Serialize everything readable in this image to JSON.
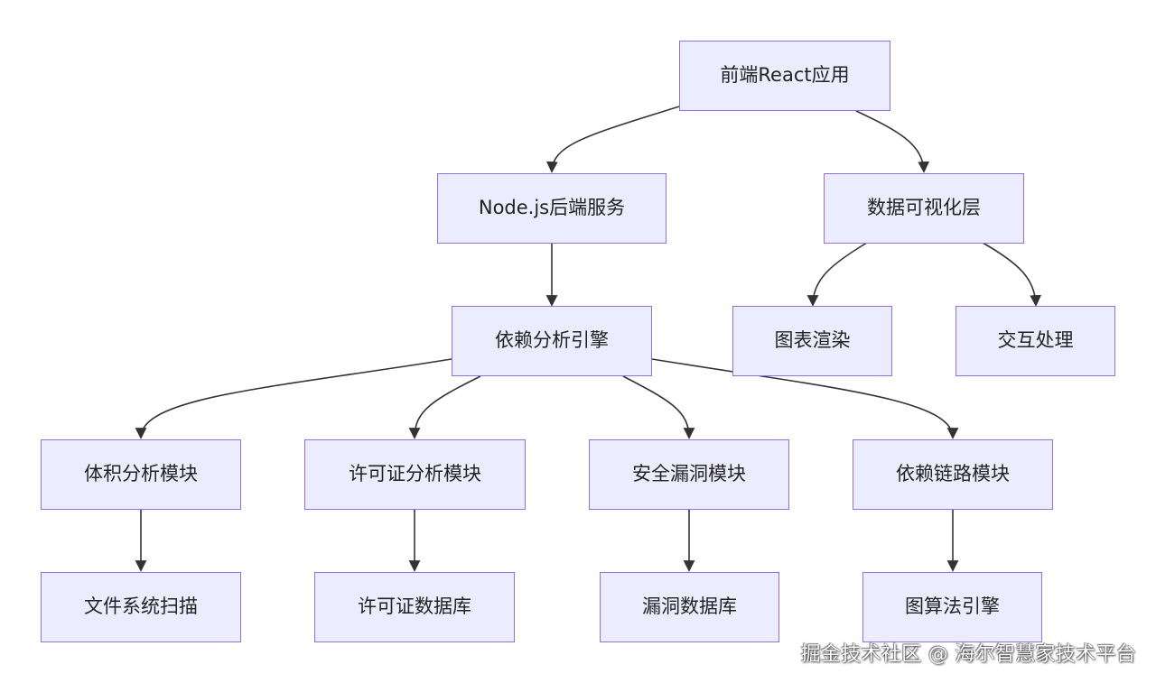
{
  "diagram": {
    "nodes": {
      "frontend": "前端React应用",
      "backend": "Node.js后端服务",
      "viz": "数据可视化层",
      "engine": "依赖分析引擎",
      "chart": "图表渲染",
      "interact": "交互处理",
      "volume": "体积分析模块",
      "license": "许可证分析模块",
      "security": "安全漏洞模块",
      "chain": "依赖链路模块",
      "scan": "文件系统扫描",
      "license_db": "许可证数据库",
      "vuln_db": "漏洞数据库",
      "graph_algo": "图算法引擎"
    },
    "edges": [
      {
        "from": "frontend",
        "to": "backend"
      },
      {
        "from": "frontend",
        "to": "viz"
      },
      {
        "from": "backend",
        "to": "engine"
      },
      {
        "from": "viz",
        "to": "chart"
      },
      {
        "from": "viz",
        "to": "interact"
      },
      {
        "from": "engine",
        "to": "volume"
      },
      {
        "from": "engine",
        "to": "license"
      },
      {
        "from": "engine",
        "to": "security"
      },
      {
        "from": "engine",
        "to": "chain"
      },
      {
        "from": "volume",
        "to": "scan"
      },
      {
        "from": "license",
        "to": "license_db"
      },
      {
        "from": "security",
        "to": "vuln_db"
      },
      {
        "from": "chain",
        "to": "graph_algo"
      }
    ]
  },
  "watermark": "掘金技术社区 @ 海尔智慧家技术平台",
  "colors": {
    "node_fill": "#ececff",
    "node_border": "#9370db",
    "edge": "#333333"
  }
}
